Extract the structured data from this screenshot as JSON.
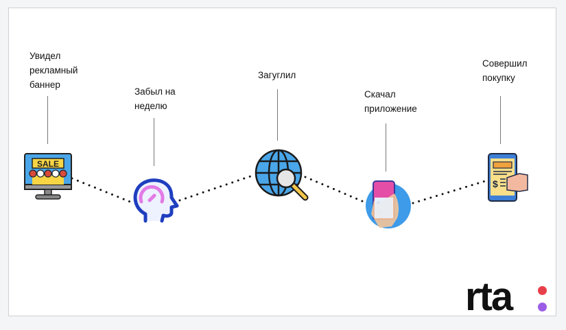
{
  "steps": [
    {
      "label": "Увидел\nрекламный\nбаннер",
      "icon": "sale-monitor-icon"
    },
    {
      "label": "Забыл на\nнеделю",
      "icon": "head-gauge-icon"
    },
    {
      "label": "Загуглил",
      "icon": "globe-search-icon"
    },
    {
      "label": "Скачал\nприложение",
      "icon": "phone-hand-icon"
    },
    {
      "label": "Совершил\nпокупку",
      "icon": "mobile-payment-icon"
    }
  ],
  "sale_text": "SALE",
  "logo": {
    "text": "rta",
    "dot_colors": [
      "#e8404a",
      "#9b5de5"
    ]
  }
}
